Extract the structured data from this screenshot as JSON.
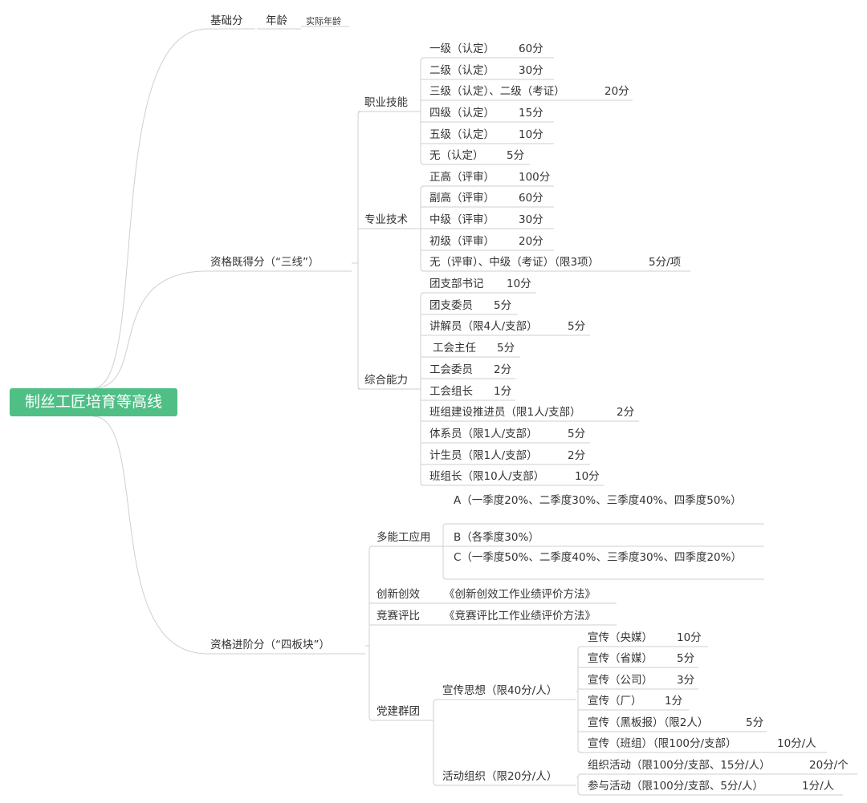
{
  "root": "制丝工匠培育等高线",
  "branches": {
    "basic": {
      "label": "基础分",
      "age": "年龄",
      "age_detail": "实际年龄"
    },
    "qualification": {
      "label": "资格既得分（“三线”）",
      "skill": {
        "label": "职业技能",
        "items": [
          [
            "一级（认定）",
            "60分"
          ],
          [
            "二级（认定）",
            "30分"
          ],
          [
            "三级（认定）、二级（考证）",
            "20分"
          ],
          [
            "四级（认定）",
            "15分"
          ],
          [
            "五级（认定）",
            "10分"
          ],
          [
            "无（认定）",
            "5分"
          ]
        ]
      },
      "tech": {
        "label": "专业技术",
        "items": [
          [
            "正高（评审）",
            "100分"
          ],
          [
            "副高（评审）",
            "60分"
          ],
          [
            "中级（评审）",
            "30分"
          ],
          [
            "初级（评审）",
            "20分"
          ],
          [
            "无（评审）、中级（考证）（限3项）",
            "5分/项"
          ]
        ]
      },
      "ability": {
        "label": "综合能力",
        "items": [
          [
            "团支部书记",
            "10分"
          ],
          [
            "团支委员",
            "5分"
          ],
          [
            "讲解员（限4人/支部）",
            "5分"
          ],
          [
            "工会主任",
            "5分"
          ],
          [
            "工会委员",
            "2分"
          ],
          [
            "工会组长",
            "1分"
          ],
          [
            "班组建设推进员（限1人/支部）",
            "2分"
          ],
          [
            "体系员（限1人/支部）",
            "5分"
          ],
          [
            "计生员（限1人/支部）",
            "2分"
          ],
          [
            "班组长（限10人/支部）",
            "10分"
          ]
        ]
      }
    },
    "advanced": {
      "label": "资格进阶分（“四板块”）",
      "multi": {
        "label": "多能工应用",
        "items": [
          "A（一季度20%、二季度30%、三季度40%、四季度50%）",
          "B（各季度30%）",
          "C（一季度50%、二季度40%、三季度30%、四季度20%）"
        ]
      },
      "innovation": {
        "label": "创新创效",
        "detail": "《创新创效工作业绩评价方法》"
      },
      "competition": {
        "label": "竞赛评比",
        "detail": "《竞赛评比工作业绩评价方法》"
      },
      "party": {
        "label": "党建群团",
        "propaganda": {
          "label": "宣传思想（限40分/人）",
          "items": [
            [
              "宣传（央媒）",
              "10分"
            ],
            [
              "宣传（省媒）",
              "5分"
            ],
            [
              "宣传（公司）",
              "3分"
            ],
            [
              "宣传（厂）",
              "1分"
            ],
            [
              "宣传（黑板报）（限2人）",
              "5分"
            ],
            [
              "宣传（班组）（限100分/支部）",
              "10分/人"
            ]
          ]
        },
        "activity": {
          "label": "活动组织（限20分/人）",
          "items": [
            [
              "组织活动（限100分/支部、15分/人）",
              "20分/个"
            ],
            [
              "参与活动（限100分/支部、5分/人）",
              "1分/人"
            ]
          ]
        }
      }
    }
  },
  "colors": {
    "root_bg": "#4fbf86",
    "root_text": "#ffffff",
    "line": "#cfcfcf",
    "text": "#333333"
  }
}
